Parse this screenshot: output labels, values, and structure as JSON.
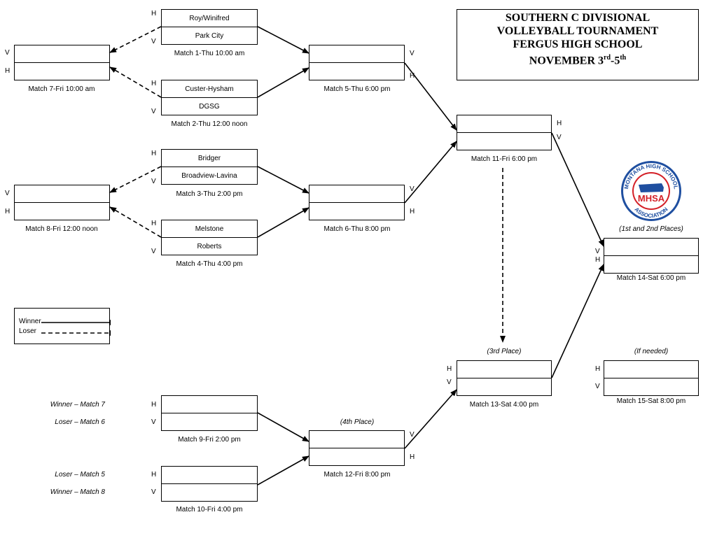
{
  "title": {
    "line1": "SOUTHERN C DIVISIONAL",
    "line2": "VOLLEYBALL TOURNAMENT",
    "line3": "FERGUS HIGH SCHOOL",
    "line4_prefix": "NOVEMBER 3",
    "line4_sup1": "rd",
    "line4_mid": "-5",
    "line4_sup2": "th"
  },
  "home_marker": "H",
  "visitor_marker": "V",
  "matches": {
    "m1": {
      "top": "Roy/Winifred",
      "bottom": "Park City",
      "caption": "Match 1-Thu 10:00 am"
    },
    "m2": {
      "top": "Custer-Hysham",
      "bottom": "DGSG",
      "caption": "Match 2-Thu 12:00 noon"
    },
    "m3": {
      "top": "Bridger",
      "bottom": "Broadview-Lavina",
      "caption": "Match 3-Thu 2:00 pm"
    },
    "m4": {
      "top": "Melstone",
      "bottom": "Roberts",
      "caption": "Match 4-Thu 4:00 pm"
    },
    "m5": {
      "top": "",
      "bottom": "",
      "caption": "Match 5-Thu 6:00 pm"
    },
    "m6": {
      "top": "",
      "bottom": "",
      "caption": "Match 6-Thu 8:00 pm"
    },
    "m7": {
      "top": "",
      "bottom": "",
      "caption": "Match 7-Fri 10:00 am"
    },
    "m8": {
      "top": "",
      "bottom": "",
      "caption": "Match 8-Fri 12:00 noon"
    },
    "m9": {
      "top": "",
      "bottom": "",
      "caption": "Match 9-Fri 2:00 pm"
    },
    "m10": {
      "top": "",
      "bottom": "",
      "caption": "Match 10-Fri 4:00 pm"
    },
    "m11": {
      "top": "",
      "bottom": "",
      "caption": "Match 11-Fri 6:00 pm"
    },
    "m12": {
      "top": "",
      "bottom": "",
      "caption": "Match 12-Fri 8:00 pm",
      "note": "(4th Place)"
    },
    "m13": {
      "top": "",
      "bottom": "",
      "caption": "Match 13-Sat 4:00 pm",
      "note": "(3rd Place)"
    },
    "m14": {
      "top": "",
      "bottom": "",
      "caption": "Match 14-Sat 6:00 pm",
      "note": "(1st and 2nd Places)"
    },
    "m15": {
      "top": "",
      "bottom": "",
      "caption": "Match 15-Sat 8:00 pm",
      "note": "(If needed)"
    }
  },
  "feeders": {
    "m9_top": "Winner – Match 7",
    "m9_bottom": "Loser – Match 6",
    "m10_top": "Loser – Match 5",
    "m10_bottom": "Winner – Match 8"
  },
  "legend": {
    "winner": "Winner",
    "loser": "Loser"
  },
  "logo": {
    "icon": "mhsa-logo-icon",
    "abbr": "MHSA",
    "ring_top": "MONTANA HIGH SCHOOL",
    "ring_bottom": "ASSOCIATION",
    "colors": {
      "red": "#d42027",
      "blue": "#1f4fa0"
    }
  }
}
